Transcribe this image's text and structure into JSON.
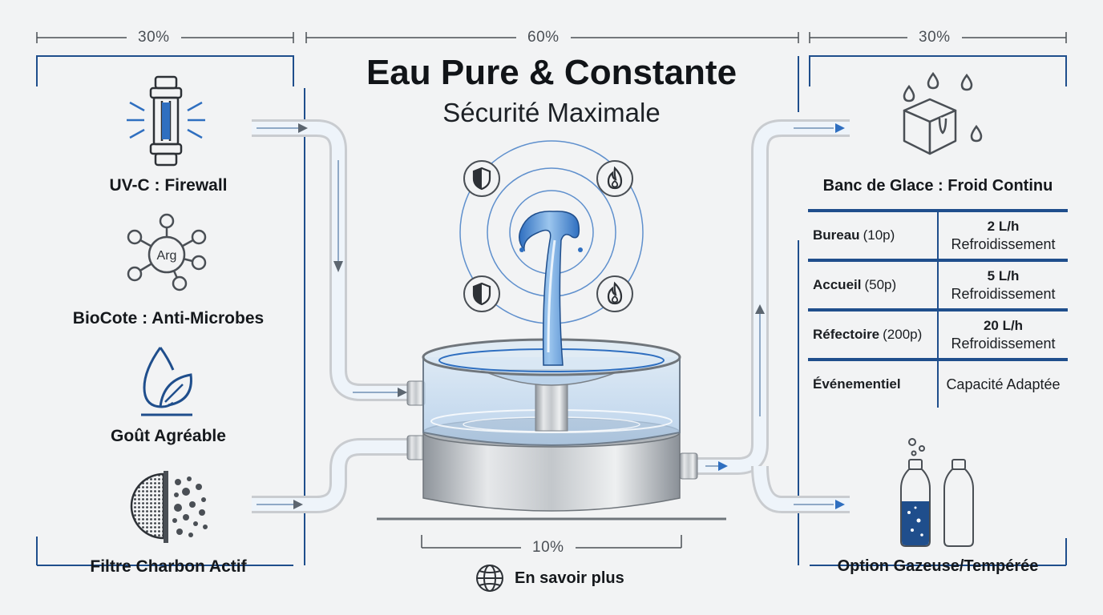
{
  "dimensions": {
    "left_width": "30%",
    "center_width": "60%",
    "right_width": "30%",
    "base_width": "10%"
  },
  "header": {
    "title": "Eau Pure & Constante",
    "subtitle": "Sécurité Maximale"
  },
  "left_features": [
    {
      "label": "UV-C : Firewall",
      "icon": "uv-lamp-icon"
    },
    {
      "label": "BioCote : Anti-Microbes",
      "icon": "molecule-icon",
      "icon_text": "Arg"
    },
    {
      "label": "Goût Agréable",
      "icon": "water-drop-leaf-icon"
    },
    {
      "label": "Filtre Charbon Actif",
      "icon": "carbon-filter-icon"
    }
  ],
  "right_top": {
    "label": "Banc de Glace : Froid Continu",
    "icon": "ice-cube-icon"
  },
  "capacity_table": {
    "rows": [
      {
        "site": "Bureau",
        "people": "(10p)",
        "rate": "2 L/h",
        "note": "Refroidissement"
      },
      {
        "site": "Accueil",
        "people": "(50p)",
        "rate": "5 L/h",
        "note": "Refroidissement"
      },
      {
        "site": "Réfectoire",
        "people": "(200p)",
        "rate": "20 L/h",
        "note": "Refroidissement"
      },
      {
        "site": "Événementiel",
        "people": "",
        "rate": "",
        "note": "Capacité Adaptée"
      }
    ]
  },
  "right_bottom": {
    "label": "Option Gazeuse/Tempérée",
    "icon": "bottles-icon"
  },
  "footer": {
    "link_label": "En savoir plus",
    "icon": "globe-icon"
  },
  "colors": {
    "accent_blue": "#1f4e8c",
    "water_blue": "#2f6fc0",
    "steel": "#b7bcc2",
    "pipe": "#c9ccd0"
  }
}
